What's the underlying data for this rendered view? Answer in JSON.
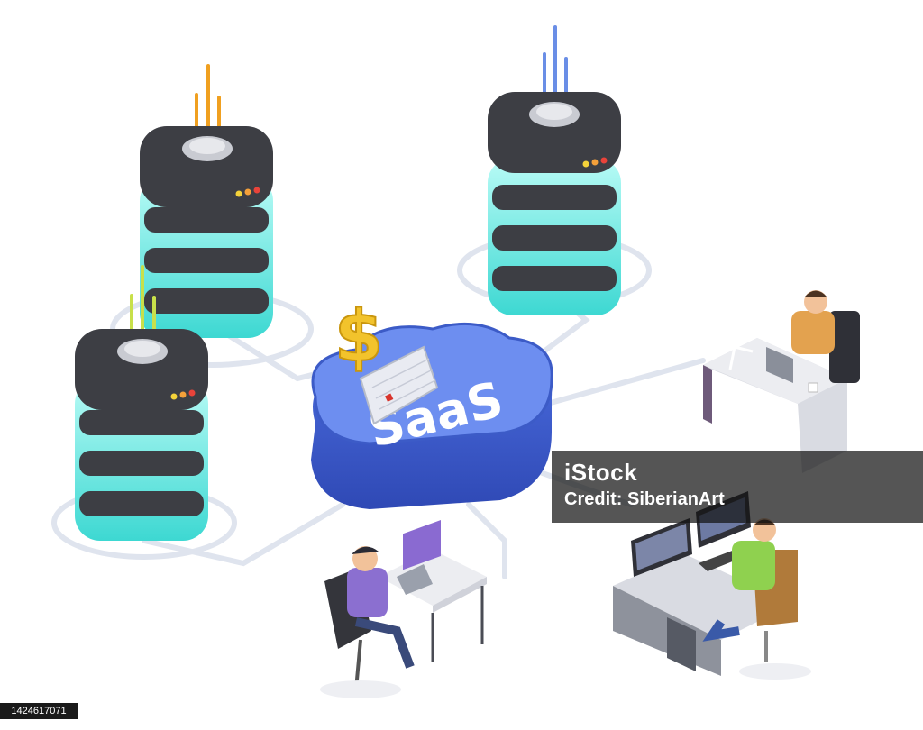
{
  "cloud": {
    "label": "SaaS"
  },
  "watermark": {
    "logo": "iStock",
    "credit": "Credit: SiberianArt"
  },
  "stock_id": "1424617071",
  "colors": {
    "server_dark": "#3d3e44",
    "server_glow": "#4fe3dc",
    "cloud_blue": "#4a6fd6",
    "dollar_gold": "#f2c32c",
    "orange_stream": "#f0a020",
    "blue_stream": "#6a8ee6",
    "green_stream": "#c8e04a"
  }
}
